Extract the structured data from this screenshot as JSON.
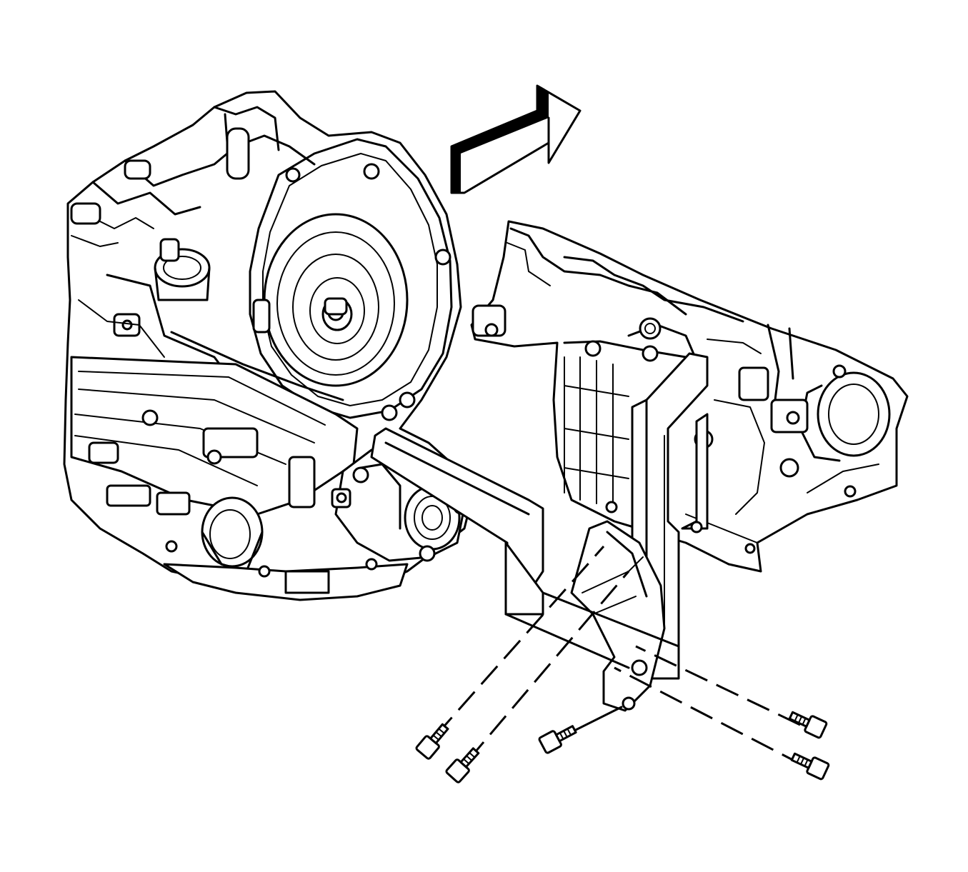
{
  "figure": {
    "background": "#ffffff",
    "line_color": "#000000",
    "components": [
      "transmission-assembly",
      "engine-block",
      "transmission-mount-bracket",
      "bolts",
      "direction-arrow"
    ],
    "bolt_count": 5
  }
}
